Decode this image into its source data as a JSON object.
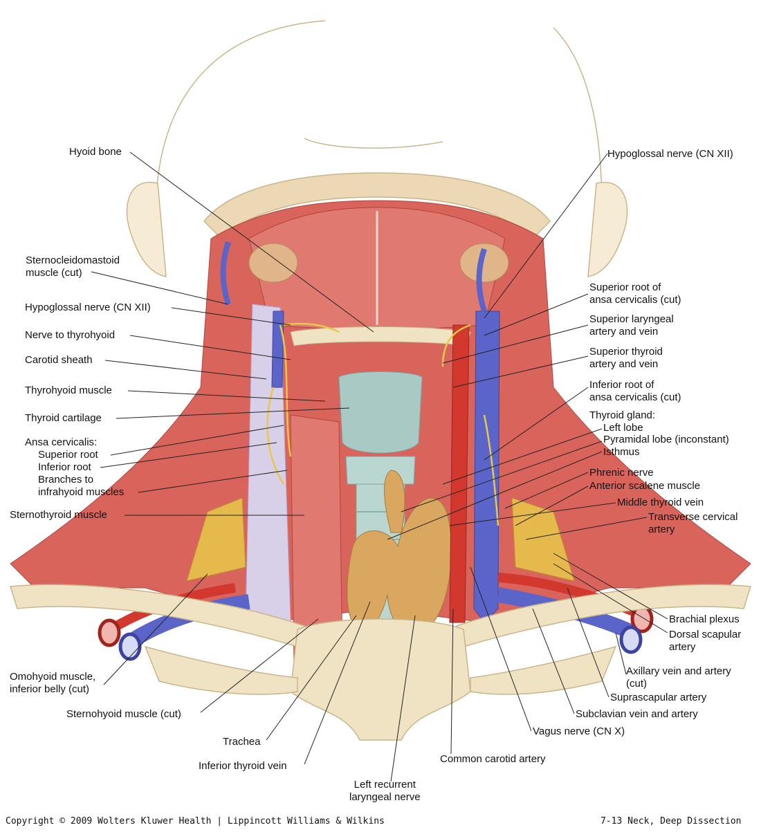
{
  "labels_left": [
    {
      "id": "hyoid-bone",
      "text": "Hyoid bone"
    },
    {
      "id": "scm",
      "text": "Sternocleidomastoid\nmuscle (cut)"
    },
    {
      "id": "hypoglossal-left",
      "text": "Hypoglossal nerve (CN XII)"
    },
    {
      "id": "nerve-thyrohyoid",
      "text": "Nerve to thyrohyoid"
    },
    {
      "id": "carotid-sheath",
      "text": "Carotid sheath"
    },
    {
      "id": "thyrohyoid",
      "text": "Thyrohyoid muscle"
    },
    {
      "id": "thyroid-cartilage",
      "text": "Thyroid cartilage"
    },
    {
      "id": "ansa",
      "text": "Ansa cervicalis:"
    },
    {
      "id": "ansa-superior",
      "text": "Superior root"
    },
    {
      "id": "ansa-inferior",
      "text": "Inferior root"
    },
    {
      "id": "ansa-branches",
      "text": "Branches to\ninfrahyoid muscles"
    },
    {
      "id": "sternothyroid",
      "text": "Sternothyroid muscle"
    },
    {
      "id": "omohyoid",
      "text": "Omohyoid muscle,\ninferior belly (cut)"
    },
    {
      "id": "sternohyoid",
      "text": "Sternohyoid muscle (cut)"
    },
    {
      "id": "trachea",
      "text": "Trachea"
    },
    {
      "id": "inferior-thyroid-vein",
      "text": "Inferior thyroid vein"
    },
    {
      "id": "left-recurrent",
      "text": "Left recurrent\nlaryngeal nerve"
    }
  ],
  "labels_right": [
    {
      "id": "hypoglossal-right",
      "text": "Hypoglossal nerve (CN XII)"
    },
    {
      "id": "superior-root-ansa",
      "text": "Superior root of\nansa cervicalis (cut)"
    },
    {
      "id": "superior-laryngeal",
      "text": "Superior laryngeal\nartery and vein"
    },
    {
      "id": "superior-thyroid",
      "text": "Superior thyroid\nartery and vein"
    },
    {
      "id": "inferior-root-ansa",
      "text": "Inferior root of\nansa cervicalis (cut)"
    },
    {
      "id": "thyroid-gland",
      "text": "Thyroid gland:"
    },
    {
      "id": "left-lobe",
      "text": "Left lobe"
    },
    {
      "id": "pyramidal-lobe",
      "text": "Pyramidal lobe (inconstant)"
    },
    {
      "id": "isthmus",
      "text": "Isthmus"
    },
    {
      "id": "phrenic",
      "text": "Phrenic nerve"
    },
    {
      "id": "anterior-scalene",
      "text": "Anterior scalene muscle"
    },
    {
      "id": "middle-thyroid-vein",
      "text": "Middle thyroid vein"
    },
    {
      "id": "transverse-cervical",
      "text": "Transverse cervical\nartery"
    },
    {
      "id": "brachial-plexus",
      "text": "Brachial plexus"
    },
    {
      "id": "dorsal-scapular",
      "text": "Dorsal scapular\nartery"
    },
    {
      "id": "axillary",
      "text": "Axillary vein and artery\n(cut)"
    },
    {
      "id": "suprascapular",
      "text": "Suprascapular artery"
    },
    {
      "id": "subclavian",
      "text": "Subclavian vein and artery"
    },
    {
      "id": "vagus",
      "text": "Vagus nerve (CN X)"
    },
    {
      "id": "common-carotid",
      "text": "Common carotid artery"
    }
  ],
  "footer": {
    "copyright": "Copyright © 2009 Wolters Kluwer Health | Lippincott Williams & Wilkins",
    "plate": "7-13 Neck, Deep Dissection"
  },
  "colors": {
    "muscle": "#d9645c",
    "muscle_light": "#e98a80",
    "bone": "#efe3c4",
    "vein": "#5b64c8",
    "artery": "#d2382e",
    "nerve": "#e8c84a",
    "cartilage": "#a8c9c4",
    "thyroid": "#d9a760",
    "fascia": "#d8d0e8",
    "outline": "#c9b58a"
  }
}
